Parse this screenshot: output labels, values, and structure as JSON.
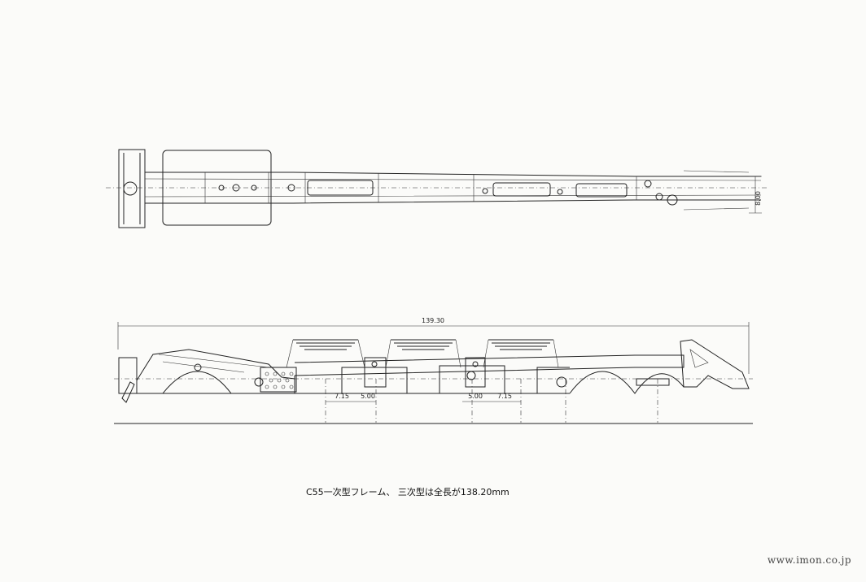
{
  "drawing": {
    "top_view": {
      "width_dim": "8.00"
    },
    "side_view": {
      "overall_dim": "139.30",
      "dims_left": [
        "7.15",
        "5.00"
      ],
      "dims_right": [
        "5.00",
        "7.15"
      ]
    }
  },
  "caption": "C55一次型フレーム、 三次型は全長が138.20mm",
  "watermark": "www.imon.co.jp"
}
